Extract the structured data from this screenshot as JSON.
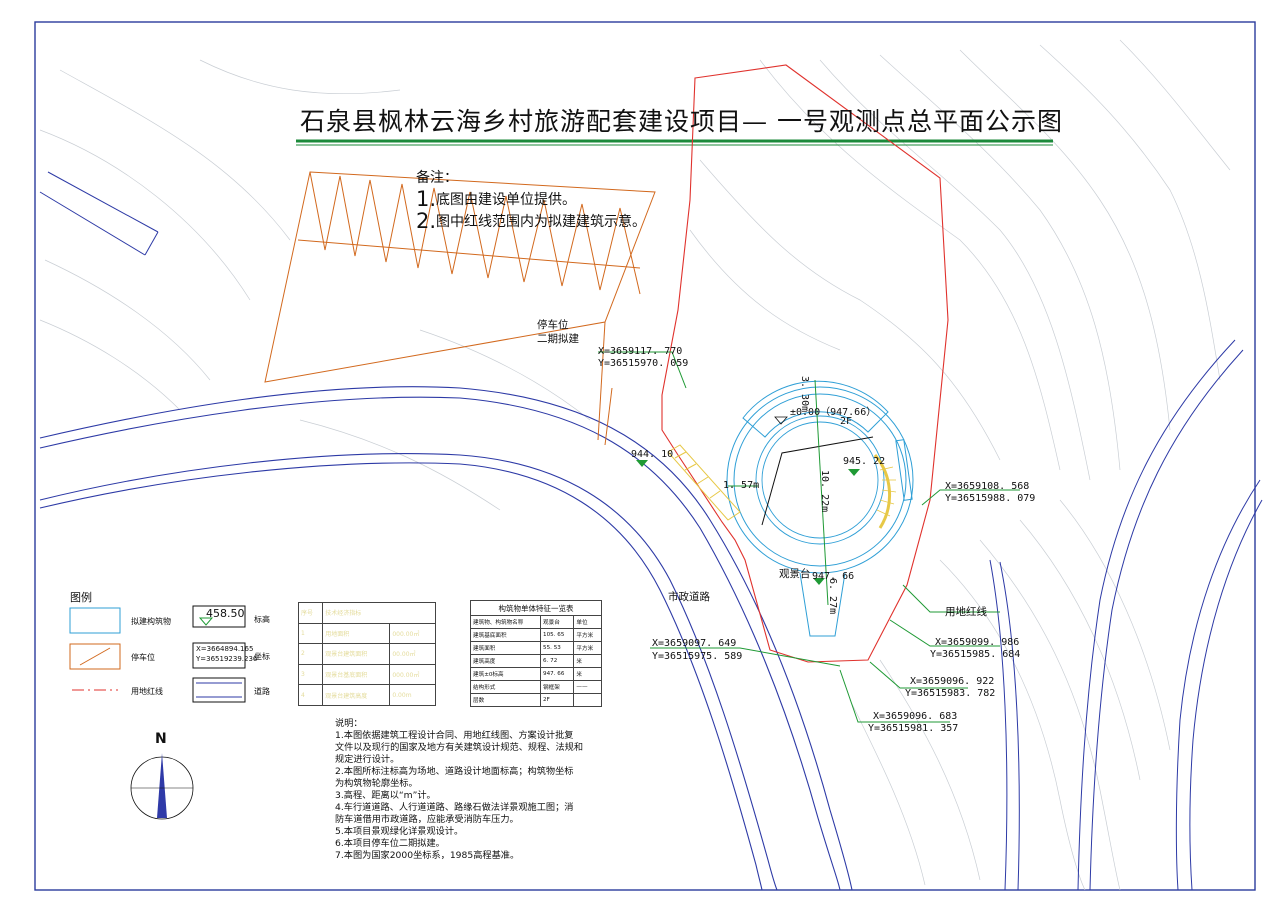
{
  "title": "石泉县枫林云海乡村旅游配套建设项目— 一号观测点总平面公示图",
  "notes": {
    "header": "备注：",
    "items": [
      {
        "num": "1.",
        "text": "底图由建设单位提供。"
      },
      {
        "num": "2.",
        "text": "图中红线范围内为拟建建筑示意。"
      }
    ]
  },
  "labels": {
    "parking_a": "停车位",
    "parking_b": "二期拟建",
    "elev_944": "944. 10",
    "elev_zero": "±0.00（947.66）",
    "floor_2f": "2F",
    "elev_945": "945. 22",
    "dim_157": "1. 57m",
    "dim_330": "3. 30m",
    "dim_1022": "10. 22m",
    "dim_627": "6. 27m",
    "viewing_platform": "观景台",
    "elev_94766": "947. 66",
    "city_road": "市政道路",
    "red_line": "用地红线"
  },
  "coords": [
    {
      "x": "X=3659117. 770",
      "y": "Y=36515970. 059"
    },
    {
      "x": "X=3659108. 568",
      "y": "Y=36515988. 079"
    },
    {
      "x": "X=3659099. 986",
      "y": "Y=36515985. 684"
    },
    {
      "x": "X=3659097. 649",
      "y": "Y=36515975. 589"
    },
    {
      "x": "X=3659096. 922",
      "y": "Y=36515983. 782"
    },
    {
      "x": "X=3659096. 683",
      "y": "Y=36515981. 357"
    }
  ],
  "legend": {
    "title": "图例",
    "building": "拟建构筑物",
    "parking": "停车位",
    "redline": "用地红线",
    "elev_value": "458.50",
    "elev_label": "标高",
    "coord_x": "X=3664894.165",
    "coord_y": "Y=36519239.236",
    "coord_label": "坐标",
    "road": "道路"
  },
  "econ_table": {
    "header": [
      "序号",
      "技术经济指标"
    ],
    "rows": [
      [
        "1",
        "用地面积",
        "000.00㎡"
      ],
      [
        "2",
        "观景台建筑面积",
        "00.00㎡"
      ],
      [
        "3",
        "观景台基底面积",
        "000.00㎡"
      ],
      [
        "4",
        "观景台建筑高度",
        "0.00m"
      ]
    ]
  },
  "feature_table": {
    "caption": "构筑物单体特征一览表",
    "header": [
      "建筑物、构筑物名称",
      "观景台",
      "单位"
    ],
    "rows": [
      [
        "建筑基底面积",
        "105. 65",
        "平方米"
      ],
      [
        "建筑面积",
        "55. 53",
        "平方米"
      ],
      [
        "建筑高度",
        "6. 72",
        "米"
      ],
      [
        "建筑±0标高",
        "947. 66",
        "米"
      ],
      [
        "结构形式",
        "钢框架",
        "——"
      ],
      [
        "层数",
        "2F",
        ""
      ]
    ]
  },
  "spec": {
    "header": "说明：",
    "lines": [
      "1.本图依据建筑工程设计合同、用地红线图、方案设计批复",
      "文件以及现行的国家及地方有关建筑设计规范、规程、法规和",
      "规定进行设计。",
      "2.本图所标注标高为场地、道路设计地面标高；构筑物坐标",
      "为构筑物轮廓坐标。",
      "3.高程、距离以“m”计。",
      "4.车行道道路、人行道道路、路缘石做法详景观施工图；消",
      "防车道借用市政道路，应能承受消防车压力。",
      "5.本项目景观绿化详景观设计。",
      "6.本项目停车位二期拟建。",
      "7.本图为国家2000坐标系，1985高程基准。"
    ]
  },
  "north": "N",
  "colors": {
    "red_line": "#e0322d",
    "parking": "#d2691e",
    "building": "#2f9fd6",
    "road": "#2d3aa6",
    "leader": "#1f9a35",
    "contour": "#c9ced4",
    "title_bar": "#1b8a3a",
    "frame": "#2b3b9c"
  }
}
